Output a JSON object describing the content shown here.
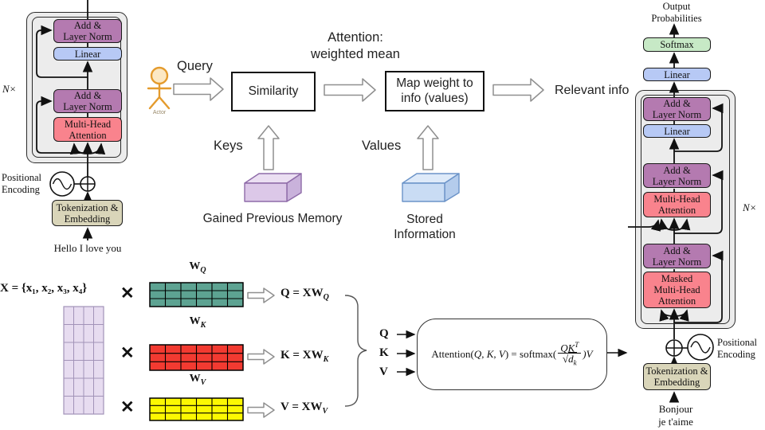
{
  "colors": {
    "block_purple": "#b47ab0",
    "block_blue": "#b7c9f5",
    "block_red": "#f9838d",
    "block_green": "#c7e9c6",
    "block_tan": "#d9d5b9",
    "container_gray": "#ececec",
    "matrix_teal": "#5da392",
    "matrix_red": "#f23a31",
    "matrix_yellow": "#fcf802",
    "matrix_lavender": "#e7dcf0",
    "lavender_stroke": "#a293b8",
    "cube_purple_front": "#dcc8e8",
    "cube_purple_top": "#ebdff2",
    "cube_purple_side": "#c9b2db",
    "cube_purple_stroke": "#8e6ba8",
    "cube_blue_front": "#c9dcf4",
    "cube_blue_top": "#deeaf9",
    "cube_blue_side": "#b4ccec",
    "cube_blue_stroke": "#6b93c8",
    "actor_orange": "#e49b2d",
    "actor_head_fill": "#fce8c4"
  },
  "labels": {
    "add_norm": [
      "Add &",
      "Layer Norm"
    ],
    "linear": "Linear",
    "mha": [
      "Multi-Head",
      "Attention"
    ],
    "masked_mha": [
      "Masked",
      "Multi-Head",
      "Attention"
    ],
    "softmax": "Softmax",
    "tokenization": [
      "Tokenization &",
      "Embedding"
    ],
    "positional": [
      "Positional",
      "Encoding"
    ],
    "n_times": "N×"
  },
  "encoder": {
    "input_text": "Hello I love you"
  },
  "decoder": {
    "output": [
      "Output",
      "Probabilities"
    ],
    "input": [
      "Bonjour",
      "je t'aime"
    ]
  },
  "actor": {
    "label": "Actor"
  },
  "flow": {
    "title": [
      "Attention:",
      "weighted mean"
    ],
    "query": "Query",
    "keys": "Keys",
    "values": "Values",
    "similarity": "Similarity",
    "map_box": [
      "Map weight to",
      "info (values)"
    ],
    "relevant": "Relevant info",
    "memory": "Gained Previous Memory",
    "stored": [
      "Stored",
      "Information"
    ]
  },
  "math": {
    "x_def": "X = {x₁, x₂, x₃, x₄}",
    "times": "✕",
    "w_base": "W",
    "w_q_sub": "Q",
    "w_k_sub": "K",
    "w_v_sub": "V",
    "eq_q": {
      "lhs": "Q",
      "mid": " = ",
      "base": "XW",
      "sub": "Q"
    },
    "eq_k": {
      "lhs": "K",
      "mid": " = ",
      "base": "XW",
      "sub": "K"
    },
    "eq_v": {
      "lhs": "V",
      "mid": " = ",
      "base": "XW",
      "sub": "V"
    },
    "qkv": [
      "Q",
      "K",
      "V"
    ],
    "formula": {
      "fn": "Attention(",
      "args": "Q, K, V",
      "mid": ") = softmax(",
      "num": "QK",
      "sup": "T",
      "rad": "√",
      "den": "d",
      "den_sub": "k",
      "tail": ")V"
    }
  }
}
